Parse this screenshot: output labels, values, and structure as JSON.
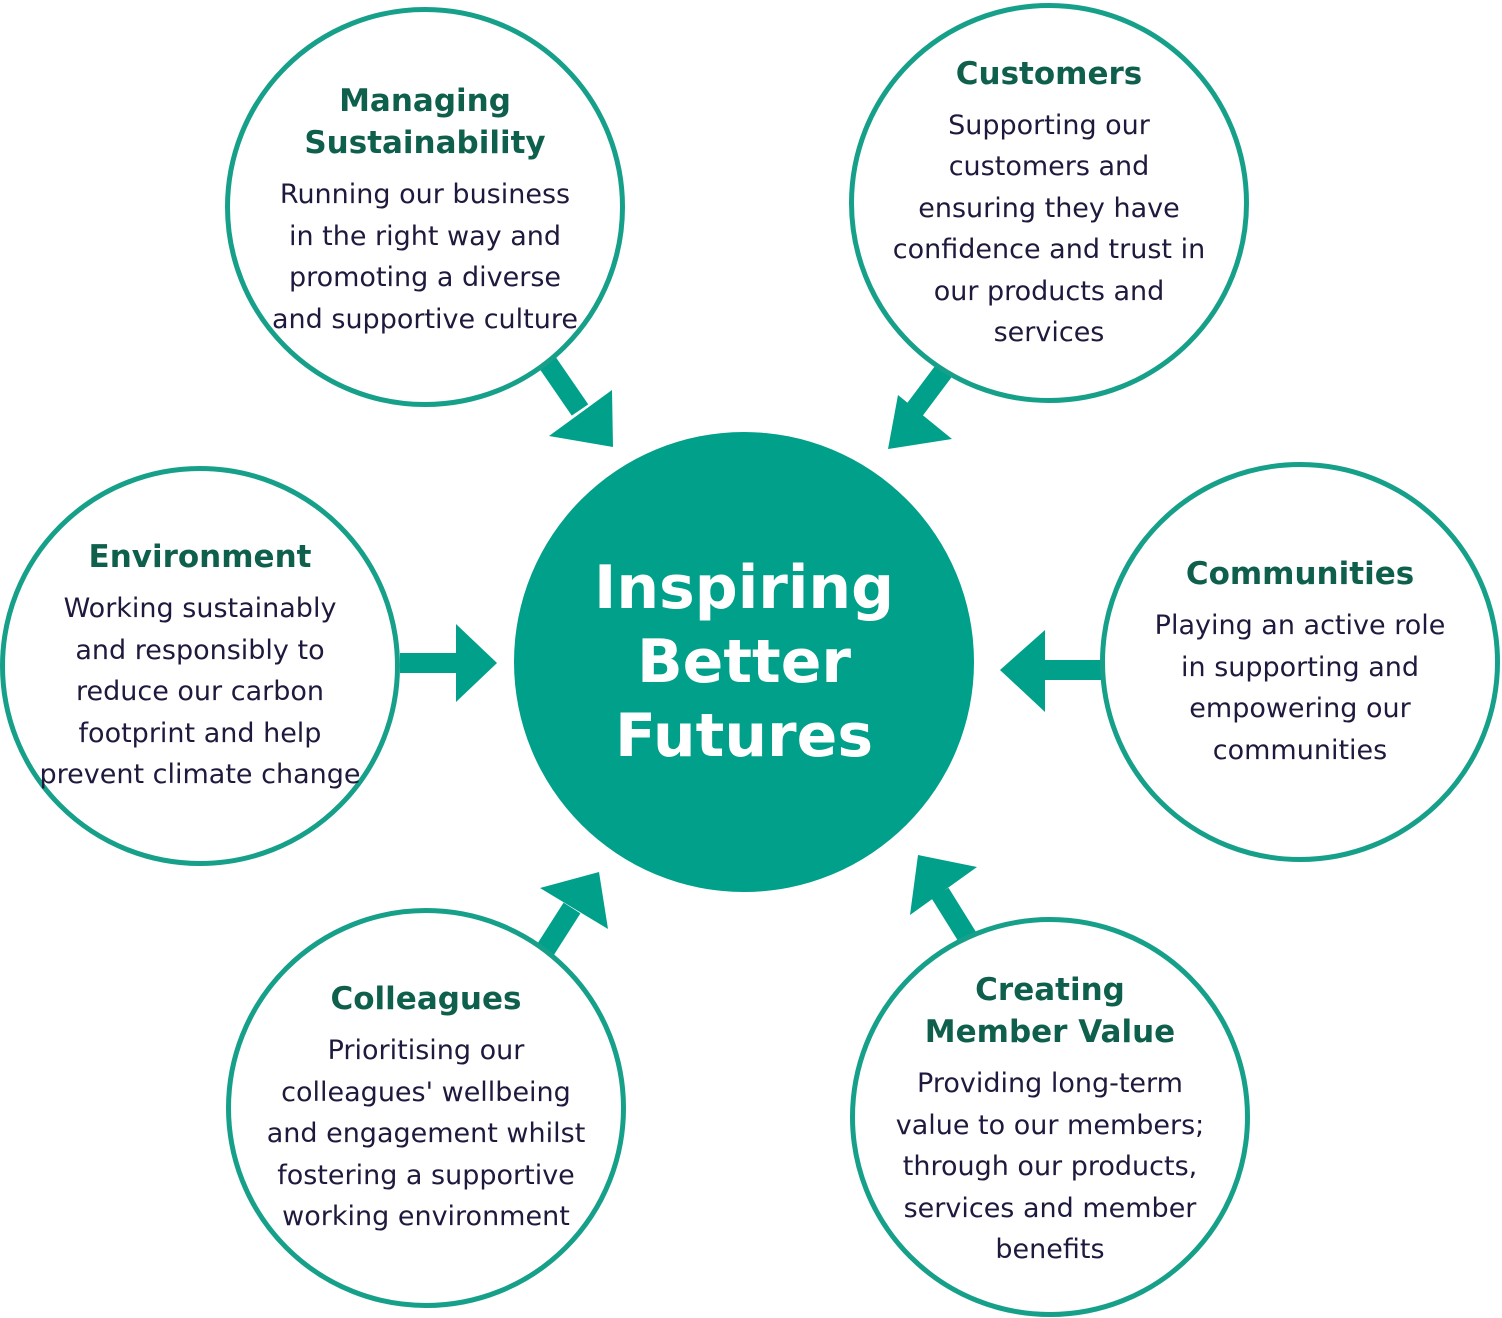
{
  "center": {
    "title": "Inspiring Better Futures"
  },
  "colors": {
    "accent": "#00a08a",
    "ring": "#16a08a",
    "heading": "#0f5f4d",
    "body_text": "#1e1a3d",
    "background": "#ffffff"
  },
  "nodes": {
    "managing_sustainability": {
      "title": "Managing Sustainability",
      "description": "Running our business in the right way and promoting a diverse and supportive culture"
    },
    "customers": {
      "title": "Customers",
      "description": "Supporting our customers and ensuring they have confidence and trust in our products and services"
    },
    "environment": {
      "title": "Environment",
      "description": "Working sustainably and responsibly to reduce our carbon footprint and help prevent climate change"
    },
    "communities": {
      "title": "Communities",
      "description": "Playing an active role in supporting and empowering our communities"
    },
    "colleagues": {
      "title": "Colleagues",
      "description": "Prioritising our colleagues' wellbeing and engagement whilst fostering a supportive working environment"
    },
    "creating_member_value": {
      "title": "Creating Member Value",
      "description": "Providing long-term value to our members; through our products, services and member benefits"
    }
  }
}
